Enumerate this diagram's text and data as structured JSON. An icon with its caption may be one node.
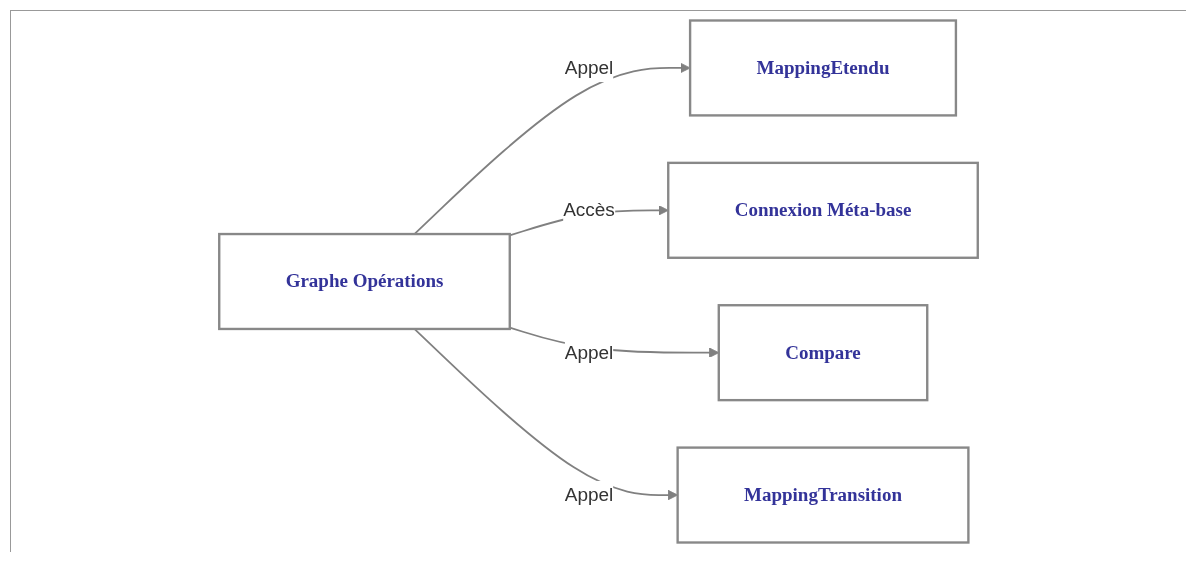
{
  "diagram": {
    "nodes": [
      {
        "text": [
          "MappingEtendu"
        ]
      },
      {
        "text": [
          "Connexion Méta-base"
        ]
      },
      {
        "text": [
          "Graphe Opérations"
        ]
      },
      {
        "text": [
          "Compare"
        ]
      },
      {
        "text": [
          "MappingTransition"
        ]
      }
    ],
    "edges": [
      {
        "from": 2,
        "to": 0,
        "arrow": "to",
        "label": "Appel"
      },
      {
        "from": 2,
        "to": 1,
        "arrow": "to",
        "label": "Accès"
      },
      {
        "from": 2,
        "to": 3,
        "arrow": "to",
        "label": "Appel"
      },
      {
        "from": 2,
        "to": 4,
        "arrow": "to",
        "label": "Appel"
      }
    ]
  }
}
